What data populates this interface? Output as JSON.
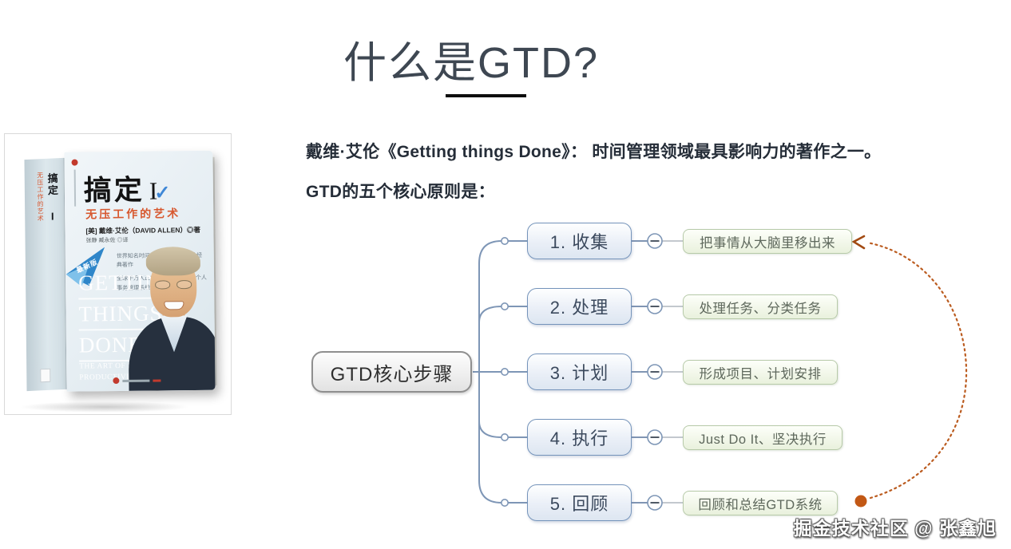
{
  "slide": {
    "title": "什么是GTD?",
    "intro_line1": "戴维·艾伦《Getting things Done》： 时间管理领域最具影响力的著作之一。",
    "intro_line2": "GTD的五个核心原则是："
  },
  "book": {
    "title": "搞定",
    "volume": "I",
    "check_glyph": "✓",
    "subtitle": "无压工作的艺术",
    "author_line": "[美] 戴维·艾伦（DAVID ALLEN）◎著",
    "translator_line": "张静 臧永佐 ◎译",
    "badge": "最新版",
    "blurb1": "世界知名时间管理大师戴维·艾伦经典著作",
    "blurb2": "全球千万人正在轻松使用的GTD个人事务管理系统",
    "english_title_lines": [
      "GETTING",
      "THINGS",
      "DONE"
    ],
    "english_subtitle1": "THE ART OF STRESS-FREE",
    "english_subtitle2": "PRODUCTIVITY",
    "spine_title": "搞定 I",
    "spine_subtitle": "无压工作的艺术"
  },
  "mindmap": {
    "root": "GTD核心步骤",
    "branches": [
      {
        "step": "1. 收集",
        "detail": "把事情从大脑里移出来"
      },
      {
        "step": "2. 处理",
        "detail": "处理任务、分类任务"
      },
      {
        "step": "3. 计划",
        "detail": "形成项目、计划安排"
      },
      {
        "step": "4. 执行",
        "detail": "Just Do It、坚决执行"
      },
      {
        "step": "5. 回顾",
        "detail": "回顾和总结GTD系统"
      }
    ]
  },
  "watermark": "掘金技术社区 @ 张鑫旭",
  "colors": {
    "branch_border": "#7493ba",
    "leaf_border": "#b7caa9",
    "root_border": "#8f8f8f",
    "connector_blue": "#7e96b6",
    "connector_gray": "#c3c8ce",
    "feedback_orange": "#bb5c20",
    "book_subtitle_red": "#d7582f",
    "check_blue": "#3f87d6"
  }
}
